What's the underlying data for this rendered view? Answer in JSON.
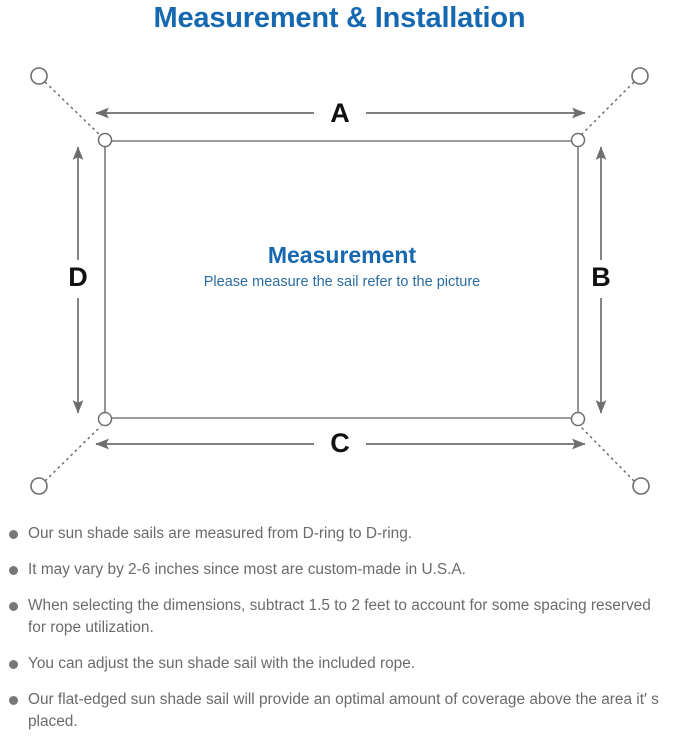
{
  "title": "Measurement & Installation",
  "diagram": {
    "center_heading": "Measurement",
    "center_subtext": "Please measure the sail refer to the picture",
    "labels": {
      "top": "A",
      "right": "B",
      "bottom": "C",
      "left": "D"
    },
    "colors": {
      "title_blue": "#1668b0",
      "subtext_blue": "#2b6ca3",
      "line_gray": "#6e6e6e",
      "sail_outline": "#7a7a7a",
      "note_gray": "#6b6b6b",
      "bullet_gray": "#777777"
    },
    "anchors": [
      {
        "name": "anchor-top-left"
      },
      {
        "name": "anchor-top-right"
      },
      {
        "name": "anchor-bottom-left"
      },
      {
        "name": "anchor-bottom-right"
      }
    ],
    "d_rings": [
      {
        "name": "d-ring-top-left"
      },
      {
        "name": "d-ring-top-right"
      },
      {
        "name": "d-ring-bottom-left"
      },
      {
        "name": "d-ring-bottom-right"
      }
    ]
  },
  "notes": [
    "Our sun shade sails are measured from D-ring to D-ring.",
    "It may vary by 2-6 inches since most are custom-made in U.S.A.",
    "When selecting the dimensions, subtract 1.5 to 2 feet to account for some spacing reserved for rope utilization.",
    "You can adjust the sun shade sail with the included rope.",
    "Our flat-edged sun shade sail will provide an optimal amount of coverage above the area it′ s placed."
  ]
}
